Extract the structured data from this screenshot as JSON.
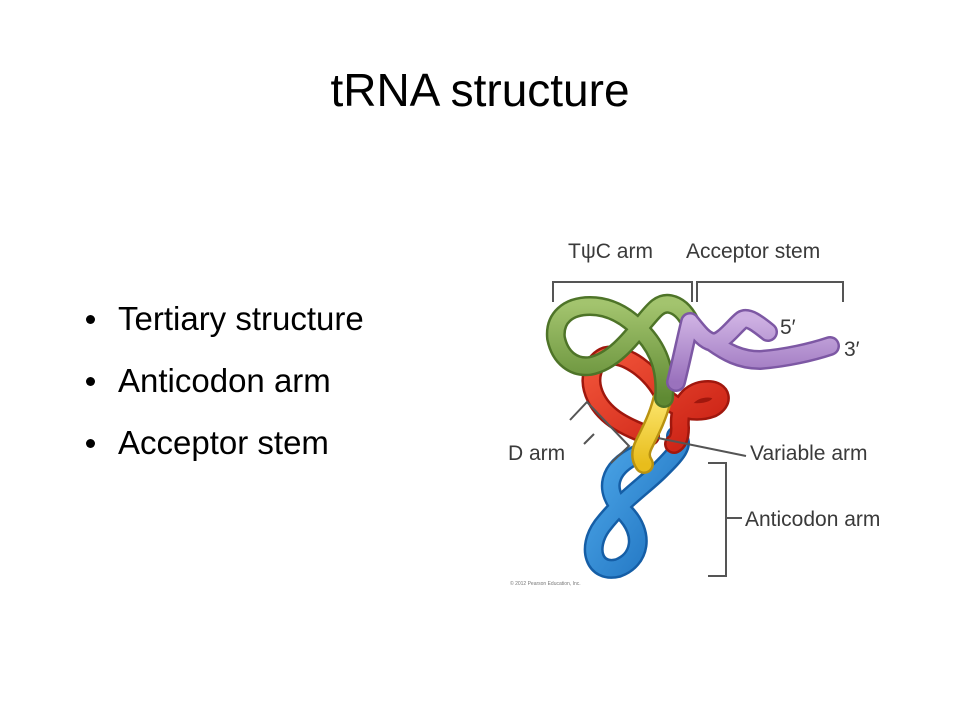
{
  "slide": {
    "title": "tRNA structure",
    "bullets": [
      "Tertiary structure",
      "Anticodon arm",
      "Acceptor stem"
    ]
  },
  "figure": {
    "labels": {
      "tpsic_arm": "TψC arm",
      "acceptor_stem": "Acceptor stem",
      "five_prime": "5′",
      "three_prime": "3′",
      "d_arm": "D arm",
      "variable_arm": "Variable arm",
      "anticodon_arm": "Anticodon arm"
    },
    "copyright": "© 2012 Pearson Education, Inc.",
    "colors": {
      "tpsic_arm": "#7ea54a",
      "acceptor_stem": "#b48fcf",
      "d_arm": "#e5371f",
      "variable_region": "#f3d23a",
      "anticodon_arm": "#2f8fd8",
      "bracket": "#555555"
    }
  }
}
